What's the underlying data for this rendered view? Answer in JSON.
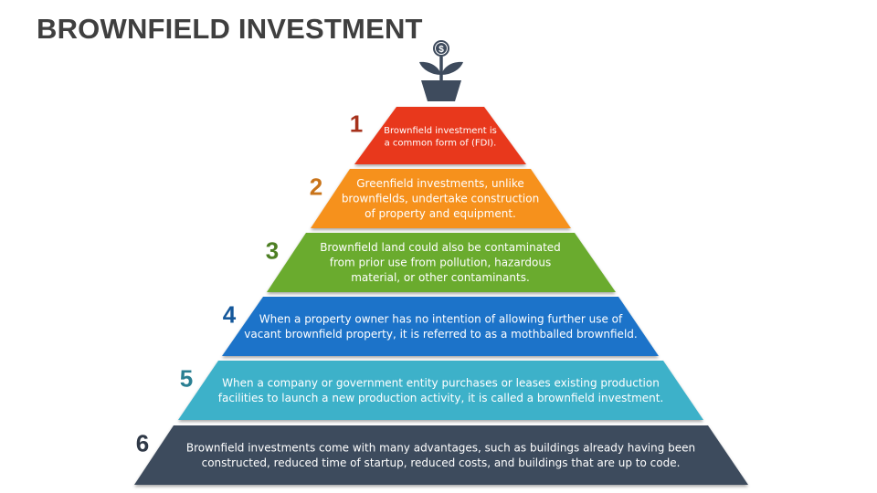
{
  "title": "BROWNFIELD INVESTMENT",
  "icon": "money-plant-icon",
  "icon_symbol": "$",
  "levels": [
    {
      "number": "1",
      "color": "#e8391c",
      "number_color": "#a6311b",
      "lines": [
        "Brownfield investment is",
        "a common form of (FDI)."
      ]
    },
    {
      "number": "2",
      "color": "#f6911e",
      "number_color": "#c9741a",
      "lines": [
        "Greenfield investments, unlike",
        "brownfields, undertake construction",
        "of property and equipment."
      ]
    },
    {
      "number": "3",
      "color": "#6aab2e",
      "number_color": "#4d7f23",
      "lines": [
        "Brownfield land could also be contaminated",
        "from prior use from pollution, hazardous",
        "material, or other contaminants."
      ]
    },
    {
      "number": "4",
      "color": "#1a73c9",
      "number_color": "#15589b",
      "lines": [
        "When a property owner has no intention of allowing further use of",
        "vacant brownfield property, it is referred to as a mothballed brownfield."
      ]
    },
    {
      "number": "5",
      "color": "#3cb1c9",
      "number_color": "#2a7f92",
      "lines": [
        "When a company or government entity purchases or leases existing production",
        "facilities to launch a new production activity, it is called a brownfield investment."
      ]
    },
    {
      "number": "6",
      "color": "#3e4b5d",
      "number_color": "#2f3947",
      "lines": [
        "Brownfield investments come with many advantages, such as buildings already having been",
        "constructed, reduced time of startup, reduced costs, and buildings that are up to code."
      ]
    }
  ]
}
